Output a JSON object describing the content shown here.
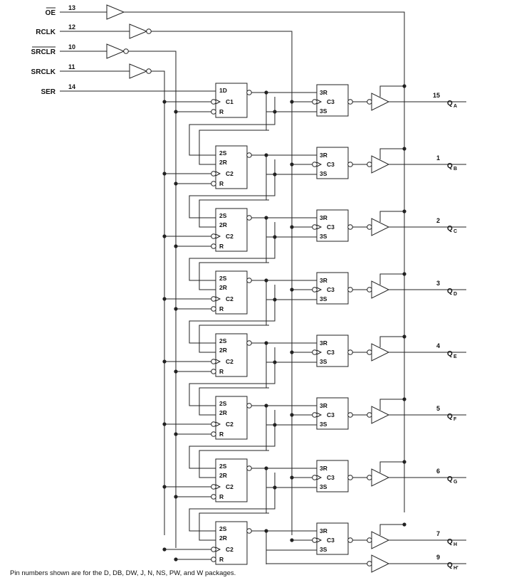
{
  "inputs": [
    {
      "label": "OE",
      "pin": "13",
      "overline": true
    },
    {
      "label": "RCLK",
      "pin": "12",
      "overline": false
    },
    {
      "label": "SRCLR",
      "pin": "10",
      "overline": true
    },
    {
      "label": "SRCLK",
      "pin": "11",
      "overline": false
    },
    {
      "label": "SER",
      "pin": "14",
      "overline": false
    }
  ],
  "stages": [
    {
      "shift_labels": [
        "1D",
        "C1",
        "R"
      ],
      "storage_labels": [
        "3R",
        "C3",
        "3S"
      ],
      "out_name": "Q",
      "out_sub": "A",
      "out_pin": "15"
    },
    {
      "shift_labels": [
        "2S",
        "2R",
        "C2",
        "R"
      ],
      "storage_labels": [
        "3R",
        "C3",
        "3S"
      ],
      "out_name": "Q",
      "out_sub": "B",
      "out_pin": "1"
    },
    {
      "shift_labels": [
        "2S",
        "2R",
        "C2",
        "R"
      ],
      "storage_labels": [
        "3R",
        "C3",
        "3S"
      ],
      "out_name": "Q",
      "out_sub": "C",
      "out_pin": "2"
    },
    {
      "shift_labels": [
        "2S",
        "2R",
        "C2",
        "R"
      ],
      "storage_labels": [
        "3R",
        "C3",
        "3S"
      ],
      "out_name": "Q",
      "out_sub": "D",
      "out_pin": "3"
    },
    {
      "shift_labels": [
        "2S",
        "2R",
        "C2",
        "R"
      ],
      "storage_labels": [
        "3R",
        "C3",
        "3S"
      ],
      "out_name": "Q",
      "out_sub": "E",
      "out_pin": "4"
    },
    {
      "shift_labels": [
        "2S",
        "2R",
        "C2",
        "R"
      ],
      "storage_labels": [
        "3R",
        "C3",
        "3S"
      ],
      "out_name": "Q",
      "out_sub": "F",
      "out_pin": "5"
    },
    {
      "shift_labels": [
        "2S",
        "2R",
        "C2",
        "R"
      ],
      "storage_labels": [
        "3R",
        "C3",
        "3S"
      ],
      "out_name": "Q",
      "out_sub": "G",
      "out_pin": "6"
    },
    {
      "shift_labels": [
        "2S",
        "2R",
        "C2",
        "R"
      ],
      "storage_labels": [
        "3R",
        "C3",
        "3S"
      ],
      "out_name": "Q",
      "out_sub": "H",
      "out_pin": "7"
    }
  ],
  "serial_output": {
    "out_name": "Q",
    "out_sub": "H′",
    "out_pin": "9"
  },
  "footnote": "Pin numbers shown are for the D, DB, DW, J, N, NS, PW, and W packages."
}
